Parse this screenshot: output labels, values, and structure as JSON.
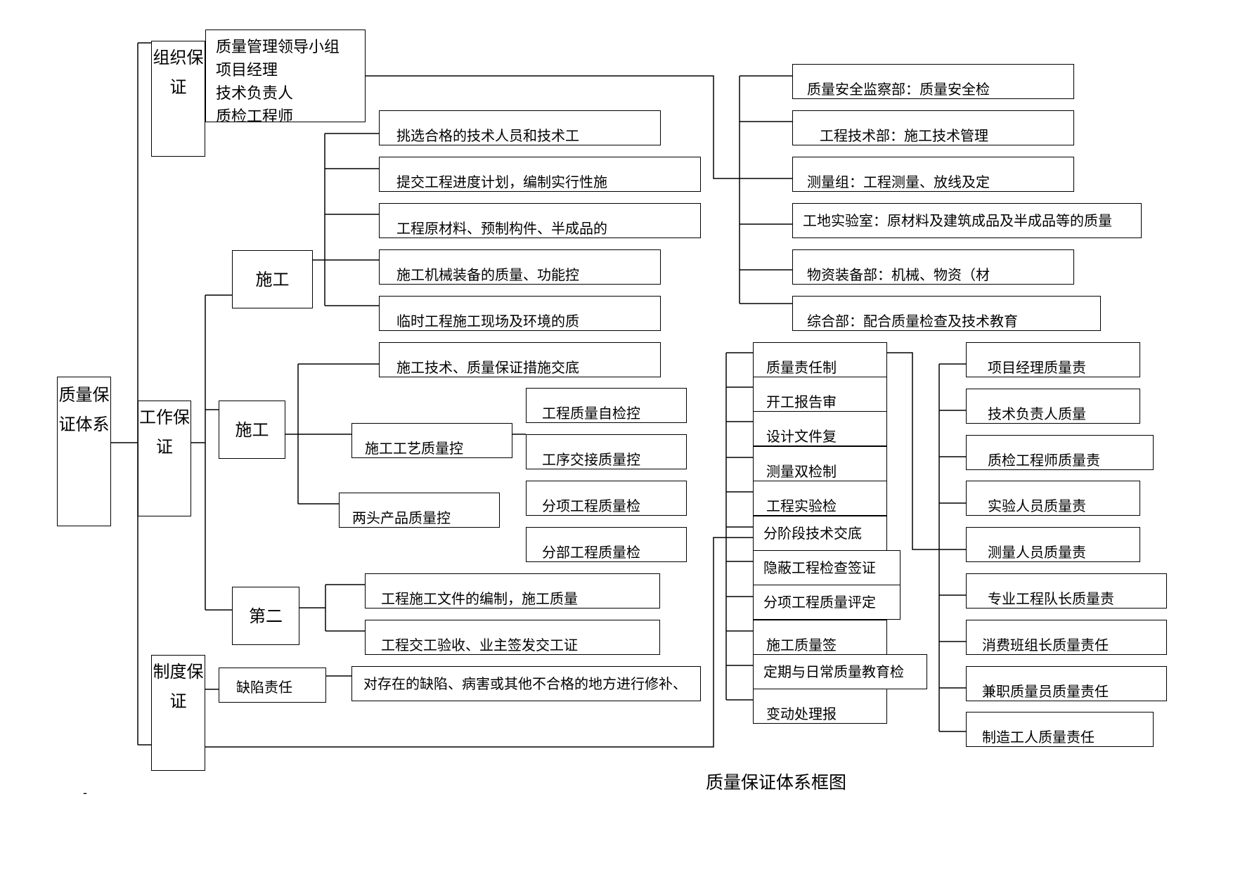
{
  "root": "质量保证体系",
  "categories": {
    "org": "组织保证",
    "work": "工作保证",
    "system": "制度保证"
  },
  "org_members": [
    "质量管理领导小组",
    "项目经理",
    "技术负责人",
    "质检工程师"
  ],
  "stage_labels": {
    "construction_1": "施工",
    "construction_2": "施工",
    "second": "第二",
    "defect": "缺陷责任"
  },
  "construction_1_items": [
    "挑选合格的技术人员和技术工",
    "提交工程进度计划，编制实行性施",
    "工程原材料、预制构件、半成品的",
    "施工机械装备的质量、功能控",
    "临时工程施工现场及环境的质"
  ],
  "construction_2_items": {
    "tech": "施工技术、质量保证措施交底",
    "process": "施工工艺质量控",
    "external": "两头产品质量控"
  },
  "inspection_items": [
    "工程质量自检控",
    "工序交接质量控",
    "分项工程质量检",
    "分部工程质量检"
  ],
  "second_items": [
    "工程施工文件的编制，施工质量",
    "工程交工验收、业主签发交工证"
  ],
  "defect_item": "对存在的缺陷、病害或其他不合格的地方进行修补、",
  "departments": [
    "质量安全监察部：质量安全检",
    "工程技术部：施工技术管理",
    "测量组：工程测量、放线及定",
    "工地实验室：原材料及建筑成品及半成品等的质量",
    "物资装备部：机械、物资（材",
    "综合部：配合质量检查及技术教育"
  ],
  "systems": [
    "质量责任制",
    "开工报告审",
    "设计文件复",
    "测量双检制",
    "工程实验检",
    "分阶段技术交底",
    "隐蔽工程检查签证",
    "分项工程质量评定",
    "施工质量签",
    "定期与日常质量教育检",
    "变动处理报"
  ],
  "responsibilities": [
    "项目经理质量责",
    "技术负责人质量",
    "质检工程师质量责",
    "实验人员质量责",
    "测量人员质量责",
    "专业工程队长质量责",
    "消费班组长质量责任",
    "兼职质量员质量责任",
    "制造工人质量责任"
  ],
  "caption": "质量保证体系框图",
  "footnote": "-",
  "colors": {
    "line": "#000000",
    "background": "#ffffff"
  }
}
